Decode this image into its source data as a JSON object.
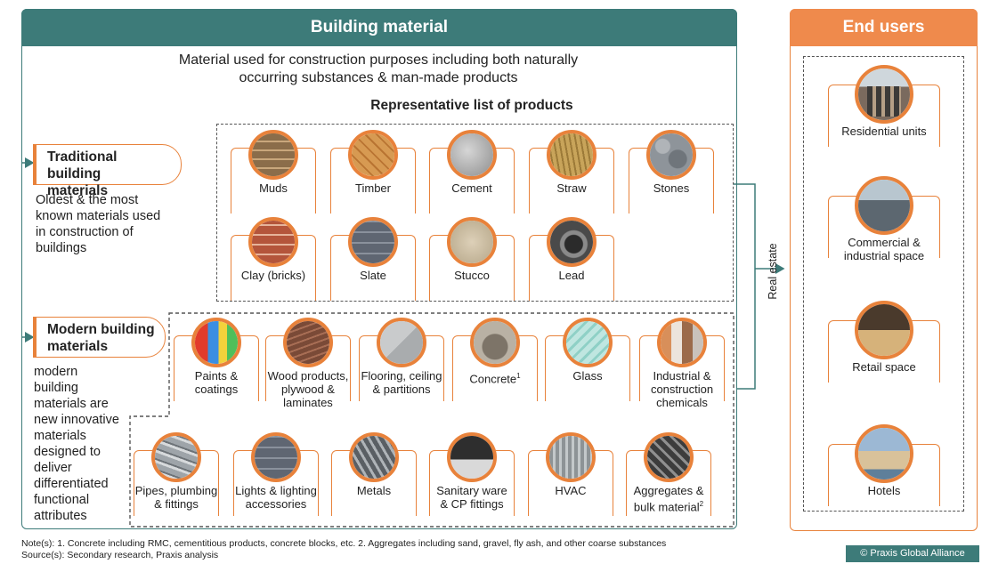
{
  "building_material": {
    "title": "Building material",
    "definition_line1": "Material used for construction purposes including both naturally",
    "definition_line2": "occurring substances & man-made products",
    "rep_list_title": "Representative list of products"
  },
  "traditional": {
    "label_line1": "Traditional building",
    "label_line2": "materials",
    "desc_lines": [
      "Oldest & the most",
      "known materials used",
      "in construction of",
      "buildings"
    ],
    "products": [
      "Muds",
      "Timber",
      "Cement",
      "Straw",
      "Stones",
      "Clay (bricks)",
      "Slate",
      "Stucco",
      "Lead"
    ]
  },
  "modern": {
    "label_line1": "Modern building",
    "label_line2": "materials",
    "desc_lines": [
      "modern",
      "building",
      "materials are",
      "new innovative",
      "materials",
      "designed to",
      "deliver",
      "differentiated",
      "functional",
      "attributes"
    ],
    "products_row1": [
      {
        "l1": "Paints &",
        "l2": "coatings",
        "l3": ""
      },
      {
        "l1": "Wood products,",
        "l2": "plywood &",
        "l3": "laminates"
      },
      {
        "l1": "Flooring, ceiling",
        "l2": "& partitions",
        "l3": ""
      },
      {
        "l1": "Concrete",
        "l2": "",
        "l3": "",
        "sup": "1"
      },
      {
        "l1": "Glass",
        "l2": "",
        "l3": ""
      },
      {
        "l1": "Industrial &",
        "l2": "construction",
        "l3": "chemicals"
      }
    ],
    "products_row2": [
      {
        "l1": "Pipes, plumbing",
        "l2": "& fittings"
      },
      {
        "l1": "Lights & lighting",
        "l2": "accessories"
      },
      {
        "l1": "Metals",
        "l2": ""
      },
      {
        "l1": "Sanitary ware",
        "l2": "& CP fittings"
      },
      {
        "l1": "HVAC",
        "l2": ""
      },
      {
        "l1": "Aggregates &",
        "l2": "bulk material",
        "sup": "2"
      }
    ]
  },
  "connector_label": "Real estate",
  "end_users": {
    "title": "End users",
    "items": [
      {
        "l1": "Residential units",
        "l2": ""
      },
      {
        "l1": "Commercial &",
        "l2": "industrial space"
      },
      {
        "l1": "Retail space",
        "l2": ""
      },
      {
        "l1": "Hotels",
        "l2": ""
      }
    ]
  },
  "notes": {
    "line1": "Note(s): 1. Concrete including RMC, cementitious products, concrete blocks, etc. 2. Aggregates including sand, gravel, fly ash, and other coarse substances",
    "line2": "Source(s): Secondary research, Praxis analysis"
  },
  "brand": "© Praxis Global Alliance",
  "colors": {
    "teal": "#3d7b79",
    "orange": "#e8823b",
    "orange_header": "#ef8a4c"
  }
}
